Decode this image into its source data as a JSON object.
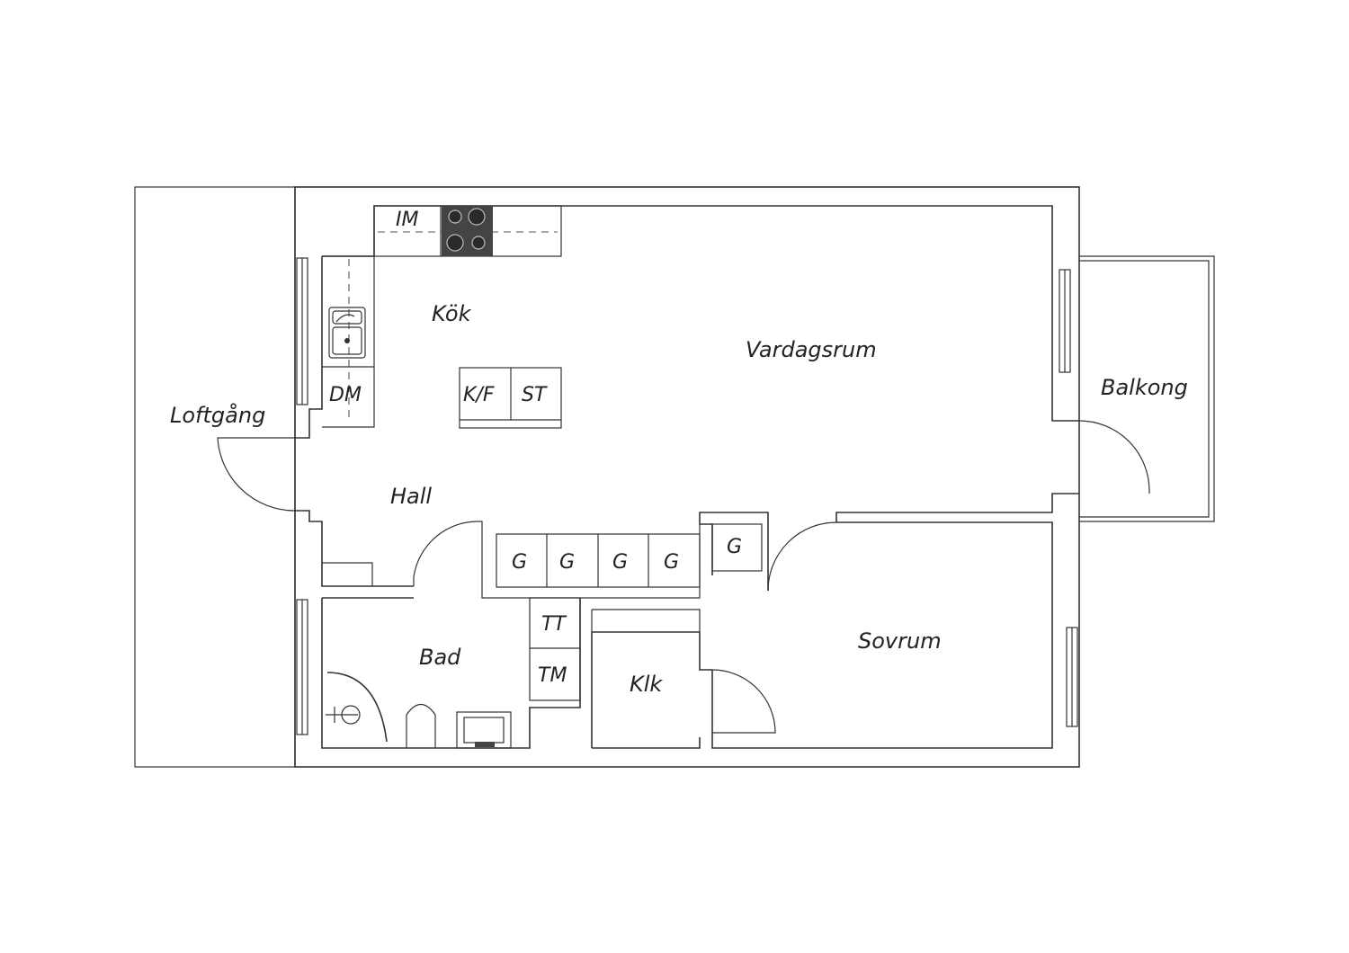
{
  "rooms": {
    "kok": "Kök",
    "vardagsrum": "Vardagsrum",
    "balkong": "Balkong",
    "loftgang": "Loftgång",
    "hall": "Hall",
    "bad": "Bad",
    "klk": "Klk",
    "sovrum": "Sovrum"
  },
  "fixtures": {
    "im": "IM",
    "dm": "DM",
    "kf": "K/F",
    "st": "ST",
    "tt": "TT",
    "tm": "TM",
    "g1": "G",
    "g2": "G",
    "g3": "G",
    "g4": "G",
    "g5": "G"
  },
  "colors": {
    "line": "#333333",
    "stove": "#444444",
    "background": "#ffffff"
  }
}
